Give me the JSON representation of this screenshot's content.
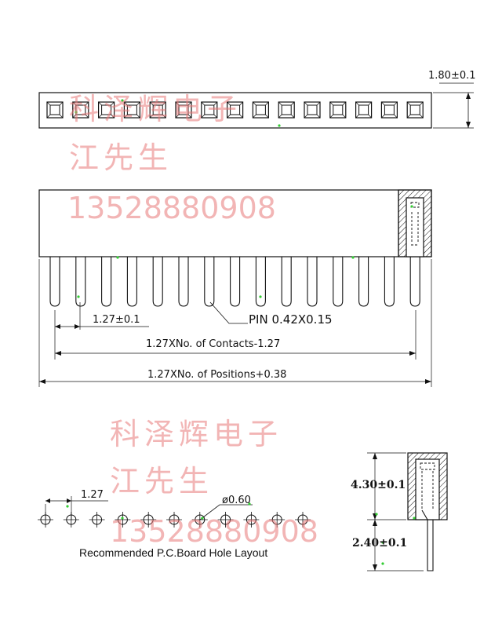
{
  "labels": {
    "height_dim": "1.80±0.1",
    "pitch_dim": "1.27±0.1",
    "pin_size": "PIN 0.42X0.15",
    "contacts_formula": "1.27XNo. of Contacts-1.27",
    "positions_formula": "1.27XNo. of Positions+0.38",
    "pcb_pitch": "1.27",
    "hole_dia": "ø0.60",
    "pcb_caption": "Recommended P.C.Board Hole Layout",
    "body_height": "4.30±0.1",
    "tail_length": "2.40±0.1"
  },
  "watermarks": {
    "company": "科泽辉电子",
    "contact_name": "江先生",
    "phone": "13528880908"
  },
  "counts": {
    "contacts": 15,
    "pcb_holes": 11
  },
  "colors": {
    "line": "#111111",
    "watermark": "#e87878",
    "accent_dot": "#33cc33"
  }
}
